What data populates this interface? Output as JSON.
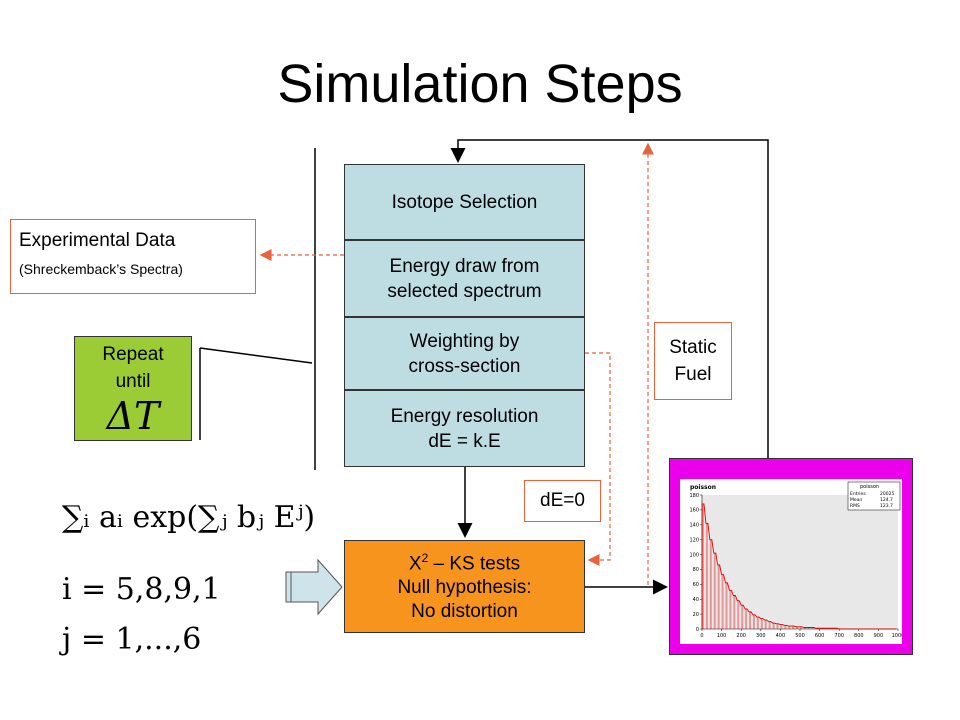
{
  "title": "Simulation Steps",
  "steps": [
    "Isotope Selection",
    [
      "Energy draw from",
      "selected spectrum"
    ],
    [
      "Weighting by",
      "cross-section"
    ],
    [
      "Energy resolution",
      "dE = k.E"
    ]
  ],
  "experimental": {
    "main": "Experimental Data",
    "sub": "(Shreckemback’s Spectra)"
  },
  "static_fuel": [
    "Static",
    "Fuel"
  ],
  "de_label": "dE=0",
  "repeat": [
    "Repeat",
    "until"
  ],
  "repeat_symbol": "ΔT",
  "tests": {
    "chi": "X",
    "chi_sup": "2",
    "chi_rest": " – KS tests",
    "line2": "Null hypothesis:",
    "line3": "No distortion"
  },
  "formulas": {
    "sum": "∑ᵢ aᵢ exp(∑ⱼ bⱼ Eʲ)",
    "i_values": "i = 5,8,9,1",
    "j_values": "j = 1,...,6"
  },
  "plot": {
    "title": "poisson",
    "stats_title": "poisson",
    "stats": [
      {
        "label": "Entries",
        "value": "20025"
      },
      {
        "label": "Mean",
        "value": "124.7"
      },
      {
        "label": "RMS",
        "value": "123.7"
      }
    ],
    "chart_data": {
      "type": "histogram",
      "title": "poisson",
      "xlim": [
        0,
        1000
      ],
      "ylim": [
        0,
        180
      ],
      "xticks": [
        0,
        100,
        200,
        300,
        400,
        500,
        600,
        700,
        800,
        900,
        1000
      ],
      "yticks": [
        0,
        20,
        40,
        60,
        80,
        100,
        120,
        140,
        160,
        180
      ],
      "bin_width": 10,
      "x": [
        5,
        25,
        45,
        65,
        85,
        105,
        125,
        145,
        165,
        185,
        205,
        225,
        245,
        265,
        285,
        305,
        325,
        345,
        365,
        385,
        405,
        425,
        445,
        465,
        485,
        505,
        525,
        545,
        565,
        585,
        605,
        625,
        645,
        665,
        685,
        705,
        725,
        745,
        765,
        785,
        805,
        825,
        845,
        865,
        885,
        905,
        925,
        945,
        965,
        985
      ],
      "values": [
        168,
        142,
        120,
        102,
        86,
        73,
        62,
        52,
        45,
        38,
        32,
        27,
        23,
        19,
        16,
        14,
        12,
        10,
        8,
        7,
        6,
        5,
        4,
        4,
        3,
        3,
        2,
        2,
        2,
        1,
        1,
        1,
        1,
        1,
        1,
        0,
        0,
        0,
        0,
        0,
        0,
        0,
        0,
        0,
        0,
        0,
        0,
        0,
        0,
        0
      ]
    }
  },
  "colors": {
    "step_fill": "#bddde3",
    "tests_fill": "#f7941d",
    "repeat_fill": "#9ccc35",
    "plot_frame": "#ec00ec",
    "dashed_arrow": "#e8623c",
    "histogram": "#e00000"
  }
}
